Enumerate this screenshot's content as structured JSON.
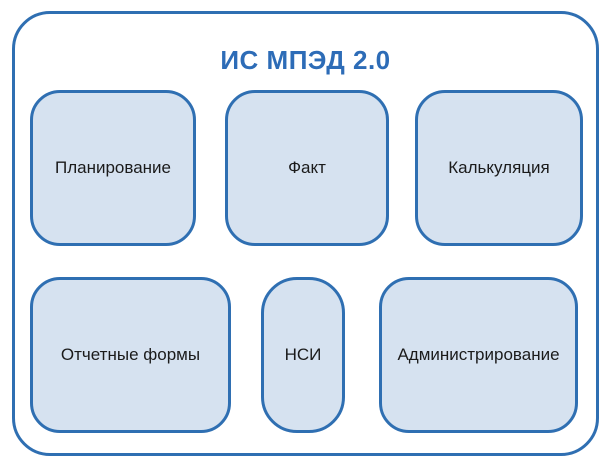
{
  "diagram": {
    "title": "ИС МПЭД 2.0",
    "colors": {
      "border": "#2f6fb2",
      "fill": "#d6e2f0",
      "title_text": "#2d6cb7",
      "label_text": "#1b1b1b"
    },
    "rows": [
      {
        "modules": [
          "Планирование",
          "Факт",
          "Калькуляция"
        ]
      },
      {
        "modules": [
          "Отчетные формы",
          "НСИ",
          "Администрирование"
        ]
      }
    ]
  }
}
